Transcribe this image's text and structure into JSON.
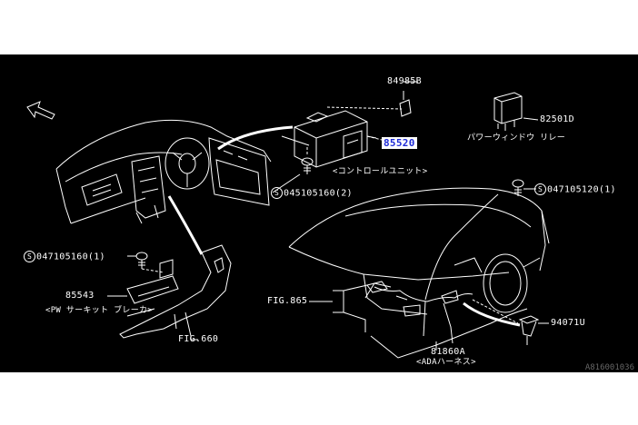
{
  "diagram": {
    "background": "#000000",
    "line_color": "#ffffff",
    "highlight_color": "#1e2bd6",
    "front_label": "FRONT",
    "labels": {
      "p84985B": "84985B",
      "p82501D": "82501D",
      "power_window_relay": "パワーウィンドウ リレー",
      "p85520": "85520",
      "control_unit": "<コントロールユニット>",
      "screw_045105160": "045105160(2)",
      "screw_047105120": "047105120(1)",
      "screw_047105160": "047105160(1)",
      "p85543": "85543",
      "pw_circuit_breaker": "<PW サーキット ブレーカ>",
      "fig660": "FIG.660",
      "fig865": "FIG.865",
      "p94071U": "94071U",
      "p81860A": "81860A",
      "ada_harness": "<ADAハーネス>",
      "s_marker": "S",
      "ref_code": "A816001036"
    }
  }
}
